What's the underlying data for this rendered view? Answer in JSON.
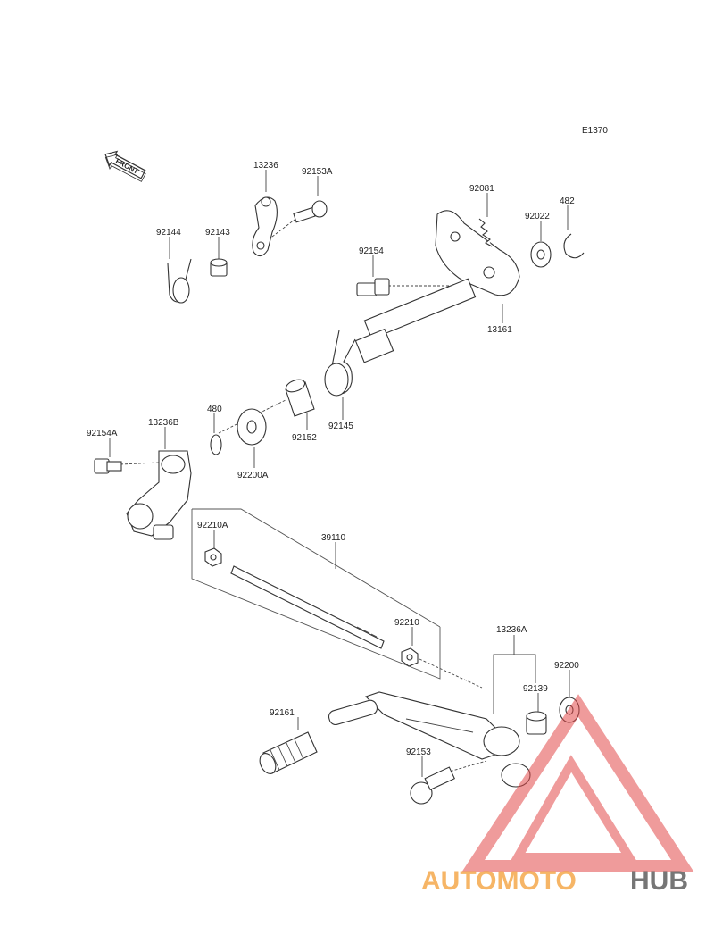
{
  "diagram": {
    "code": "E1370",
    "front_label": "FRONT",
    "parts": [
      {
        "id": "13236",
        "label": "13236"
      },
      {
        "id": "92153A",
        "label": "92153A"
      },
      {
        "id": "92144",
        "label": "92144"
      },
      {
        "id": "92143",
        "label": "92143"
      },
      {
        "id": "92081",
        "label": "92081"
      },
      {
        "id": "92022",
        "label": "92022"
      },
      {
        "id": "482",
        "label": "482"
      },
      {
        "id": "92154",
        "label": "92154"
      },
      {
        "id": "13161",
        "label": "13161"
      },
      {
        "id": "92154A",
        "label": "92154A"
      },
      {
        "id": "13236B",
        "label": "13236B"
      },
      {
        "id": "480",
        "label": "480"
      },
      {
        "id": "92152",
        "label": "92152"
      },
      {
        "id": "92145",
        "label": "92145"
      },
      {
        "id": "92200A",
        "label": "92200A"
      },
      {
        "id": "92210A",
        "label": "92210A"
      },
      {
        "id": "39110",
        "label": "39110"
      },
      {
        "id": "92210",
        "label": "92210"
      },
      {
        "id": "13236A",
        "label": "13236A"
      },
      {
        "id": "92200",
        "label": "92200"
      },
      {
        "id": "92139",
        "label": "92139"
      },
      {
        "id": "92161",
        "label": "92161"
      },
      {
        "id": "92153",
        "label": "92153"
      }
    ]
  },
  "watermark": {
    "part1": "AUTOMOTO",
    "part2": "HUB",
    "color1": "#f4a340",
    "color2": "#e24a4a",
    "color3": "#555555"
  }
}
